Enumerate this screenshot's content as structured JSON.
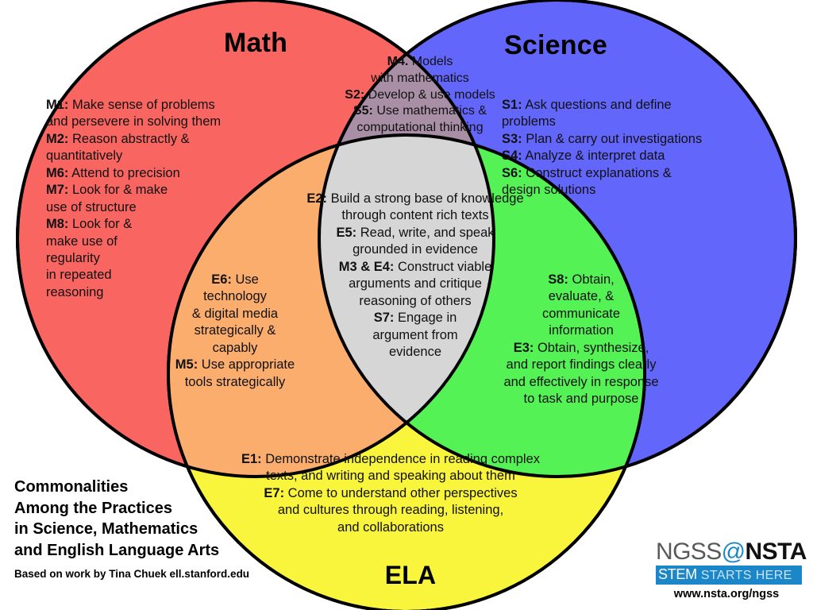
{
  "colors": {
    "math_red": "#F96561",
    "science_blue": "#6366FB",
    "ela_yellow": "#F9F43C",
    "math_science_purple": "#A98FA5",
    "math_ela_orange": "#FBAD6E",
    "science_ela_green": "#55F255",
    "center_gray": "#D6D6D6",
    "outline": "#000000",
    "logo_blue": "#1B87C9",
    "logo_gray": "#58595B"
  },
  "circles": {
    "math": {
      "title": "Math"
    },
    "science": {
      "title": "Science"
    },
    "ela": {
      "title": "ELA"
    }
  },
  "regions": {
    "math_only": {
      "name": "Math only",
      "items": [
        {
          "code": "M1:",
          "text": " Make sense of problems and persevere in solving them"
        },
        {
          "code": "M2:",
          "text": " Reason abstractly & quantitatively"
        },
        {
          "code": "M6:",
          "text": " Attend to precision"
        },
        {
          "code": "M7:",
          "text": " Look for & make use of structure"
        },
        {
          "code": "M8:",
          "text": " Look for & make use of regularity in repeated reasoning"
        }
      ],
      "lines": [
        "M1: Make sense of problems",
        "and persevere in solving them",
        "M2: Reason abstractly &",
        "quantitatively",
        "M6: Attend to precision",
        "M7: Look for & make",
        "use of structure",
        "M8: Look for &",
        "make use of",
        "regularity",
        "in repeated",
        "reasoning"
      ]
    },
    "science_only": {
      "name": "Science only",
      "items": [
        {
          "code": "S1:",
          "text": " Ask questions and define problems"
        },
        {
          "code": "S3:",
          "text": " Plan & carry out investigations"
        },
        {
          "code": "S4:",
          "text": " Analyze & interpret data"
        },
        {
          "code": "S6:",
          "text": " Construct explanations & design solutions"
        }
      ],
      "lines": [
        "S1: Ask questions and define",
        "problems",
        "S3: Plan & carry out investigations",
        "S4: Analyze & interpret data",
        "S6: Construct explanations &",
        "design solutions"
      ]
    },
    "math_science": {
      "name": "Math and Science",
      "items": [
        {
          "code": "M4.",
          "text": " Models with mathematics"
        },
        {
          "code": "S2:",
          "text": " Develop & use models"
        },
        {
          "code": "S5:",
          "text": " Use mathematics & computational thinking"
        }
      ],
      "lines": [
        "M4. Models",
        "with mathematics",
        "S2: Develop & use models",
        "S5: Use mathematics &",
        "computational thinking"
      ]
    },
    "center": {
      "name": "All three",
      "items": [
        {
          "code": "E2:",
          "text": " Build a strong base of knowledge through content rich texts"
        },
        {
          "code": "E5:",
          "text": " Read, write, and speak grounded in evidence"
        },
        {
          "code": "M3 & E4:",
          "text": " Construct viable arguments and critique reasoning of others"
        },
        {
          "code": "S7:",
          "text": " Engage in argument from evidence"
        }
      ],
      "lines": [
        "E2: Build a strong base of knowledge",
        "through content rich texts",
        "E5: Read, write, and speak",
        "grounded in evidence",
        "M3 & E4: Construct viable",
        "arguments and critique",
        "reasoning of others",
        "S7: Engage in",
        "argument from",
        "evidence"
      ]
    },
    "math_ela": {
      "name": "Math and ELA",
      "items": [
        {
          "code": "E6:",
          "text": " Use technology & digital media strategically & capably"
        },
        {
          "code": "M5:",
          "text": " Use appropriate tools strategically"
        }
      ],
      "lines": [
        "E6: Use",
        "technology",
        "& digital media",
        "strategically &",
        "capably",
        "M5: Use appropriate",
        "tools strategically"
      ]
    },
    "science_ela": {
      "name": "Science and ELA",
      "items": [
        {
          "code": "S8:",
          "text": " Obtain, evaluate, & communicate information"
        },
        {
          "code": "E3:",
          "text": " Obtain, synthesize, and report findings clearly and effectively in response to task and purpose"
        }
      ],
      "lines": [
        "S8: Obtain,",
        "evaluate, &",
        "communicate",
        "information",
        "E3: Obtain, synthesize,",
        "and report findings clearly",
        "and effectively in response",
        "to task and purpose"
      ]
    },
    "ela_only": {
      "name": "ELA only",
      "items": [
        {
          "code": "E1:",
          "text": " Demonstrate independence in reading complex texts, and writing and speaking about them"
        },
        {
          "code": "E7:",
          "text": " Come to understand other perspectives and cultures through reading, listening, and collaborations"
        }
      ],
      "lines": [
        "E1: Demonstrate independence in reading complex",
        "texts, and writing and speaking about them",
        "E7: Come to understand other perspectives",
        "and cultures through reading, listening,",
        "and collaborations"
      ]
    }
  },
  "caption": {
    "line1": "Commonalities",
    "line2": "Among the Practices",
    "line3": "in Science, Mathematics",
    "line4": "and English Language Arts",
    "credit": "Based on work by Tina Chuek ell.stanford.edu"
  },
  "logo": {
    "ngss": "NGSS",
    "at": "@",
    "nsta": "NSTA",
    "stem": "STEM",
    "starts_here": "STARTS HERE",
    "url": "www.nsta.org/ngss"
  }
}
